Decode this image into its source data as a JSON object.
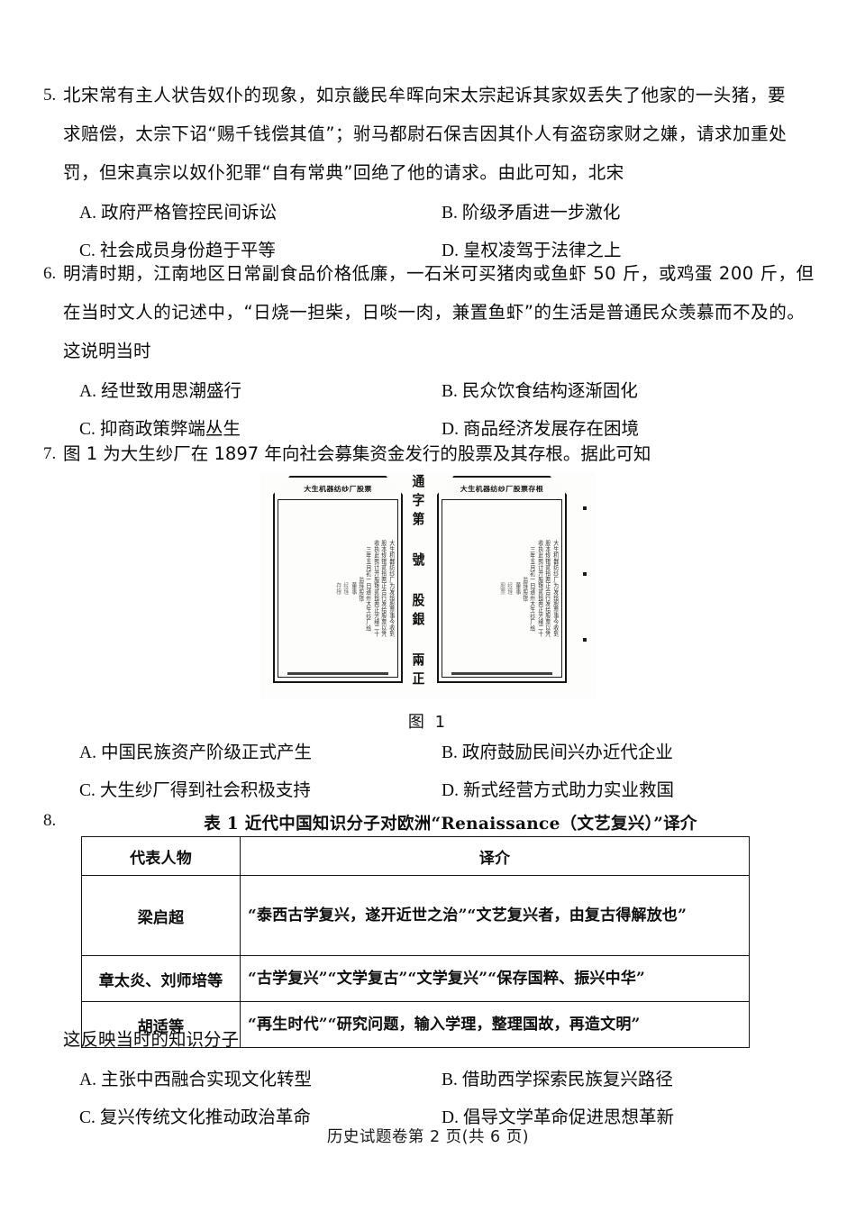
{
  "page": {
    "footer": "历史试题卷第 2 页(共 6 页)"
  },
  "questions": [
    {
      "number": "5.",
      "stem_lines": [
        "北宋常有主人状告奴仆的现象，如京畿民牟晖向宋太宗起诉其家奴丢失了他家的一头猪，要",
        "求赔偿，太宗下诏“赐千钱偿其值”；驸马都尉石保吉因其仆人有盗窃家财之嫌，请求加重处",
        "罚，但宋真宗以奴仆犯罪“自有常典”回绝了他的请求。由此可知，北宋"
      ],
      "options": {
        "a_letter": "A.",
        "a_text": "政府严格管控民间诉讼",
        "b_letter": "B.",
        "b_text": "阶级矛盾进一步激化",
        "c_letter": "C.",
        "c_text": "社会成员身份趋于平等",
        "d_letter": "D.",
        "d_text": "皇权凌驾于法律之上"
      }
    },
    {
      "number": "6.",
      "stem_lines": [
        "明清时期，江南地区日常副食品价格低廉，一石米可买猪肉或鱼虾 50 斤，或鸡蛋 200 斤，但",
        "在当时文人的记述中，“日烧一担柴，日啖一肉，兼置鱼虾”的生活是普通民众羡慕而不及的。",
        "这说明当时"
      ],
      "options": {
        "a_letter": "A.",
        "a_text": "经世致用思潮盛行",
        "b_letter": "B.",
        "b_text": "民众饮食结构逐渐固化",
        "c_letter": "C.",
        "c_text": "抑商政策弊端丛生",
        "d_letter": "D.",
        "d_text": "商品经济发展存在困境"
      }
    },
    {
      "number": "7.",
      "stem_lines": [
        "图 1 为大生纱厂在 1897 年向社会募集资金发行的股票及其存根。据此可知"
      ],
      "options": {
        "a_letter": "A.",
        "a_text": "中国民族资产阶级正式产生",
        "b_letter": "B.",
        "b_text": "政府鼓励民间兴办近代企业",
        "c_letter": "C.",
        "c_text": "大生纱厂得到社会积极支持",
        "d_letter": "D.",
        "d_text": "新式经营方式助力实业救国"
      }
    },
    {
      "number": "8.",
      "stem_lines": [
        "这反映当时的知识分子"
      ],
      "options": {
        "a_letter": "A.",
        "a_text": "主张中西融合实现文化转型",
        "b_letter": "B.",
        "b_text": "借助西学探索民族复兴路径",
        "c_letter": "C.",
        "c_text": "复兴传统文化推动政治革命",
        "d_letter": "D.",
        "d_text": "倡导文学革命促进思想革新"
      }
    }
  ],
  "figure": {
    "caption": "图 1",
    "left_stub": {
      "header": "大生机器纺纱厂股票",
      "columns": [
        "大生机器纺纱厂为发给股票事今收到",
        "股本规银贰拾两正合行发给股票以凭",
        "收执此照计开股银贰拾两正光绪二十",
        "三年五月初一日通州大生纱厂给",
        "经理",
        "董事",
        "监理股银",
        "存根"
      ]
    },
    "middle": {
      "column1": "通字第",
      "column2": "號",
      "column3": "股銀",
      "column4": "兩正"
    },
    "right_stub": {
      "header": "大生机器纺纱厂股票存根",
      "columns": [
        "大生机器纺纱厂为发给股票事今收到",
        "股本规银贰拾两正合行发给股票以凭",
        "收执此照计开股银贰拾两正光绪二十",
        "三年五月初一日通州大生纱厂给",
        "经理",
        "董事",
        "监理股银",
        "股票"
      ]
    }
  },
  "table8": {
    "title": "表 1 近代中国知识分子对欧洲“Renaissance（文艺复兴）”译介",
    "headers": [
      "代表人物",
      "译介"
    ],
    "rows": [
      {
        "person": "梁启超",
        "gloss": "“泰西古学复兴，遂开近世之治”“文艺复兴者，由复古得解放也”"
      },
      {
        "person": "章太炎、刘师培等",
        "gloss": "“古学复兴”“文学复古”“文学复兴”“保存国粹、振兴中华”"
      },
      {
        "person": "胡适等",
        "gloss": "“再生时代”“研究问题，输入学理，整理国故，再造文明”"
      }
    ]
  }
}
